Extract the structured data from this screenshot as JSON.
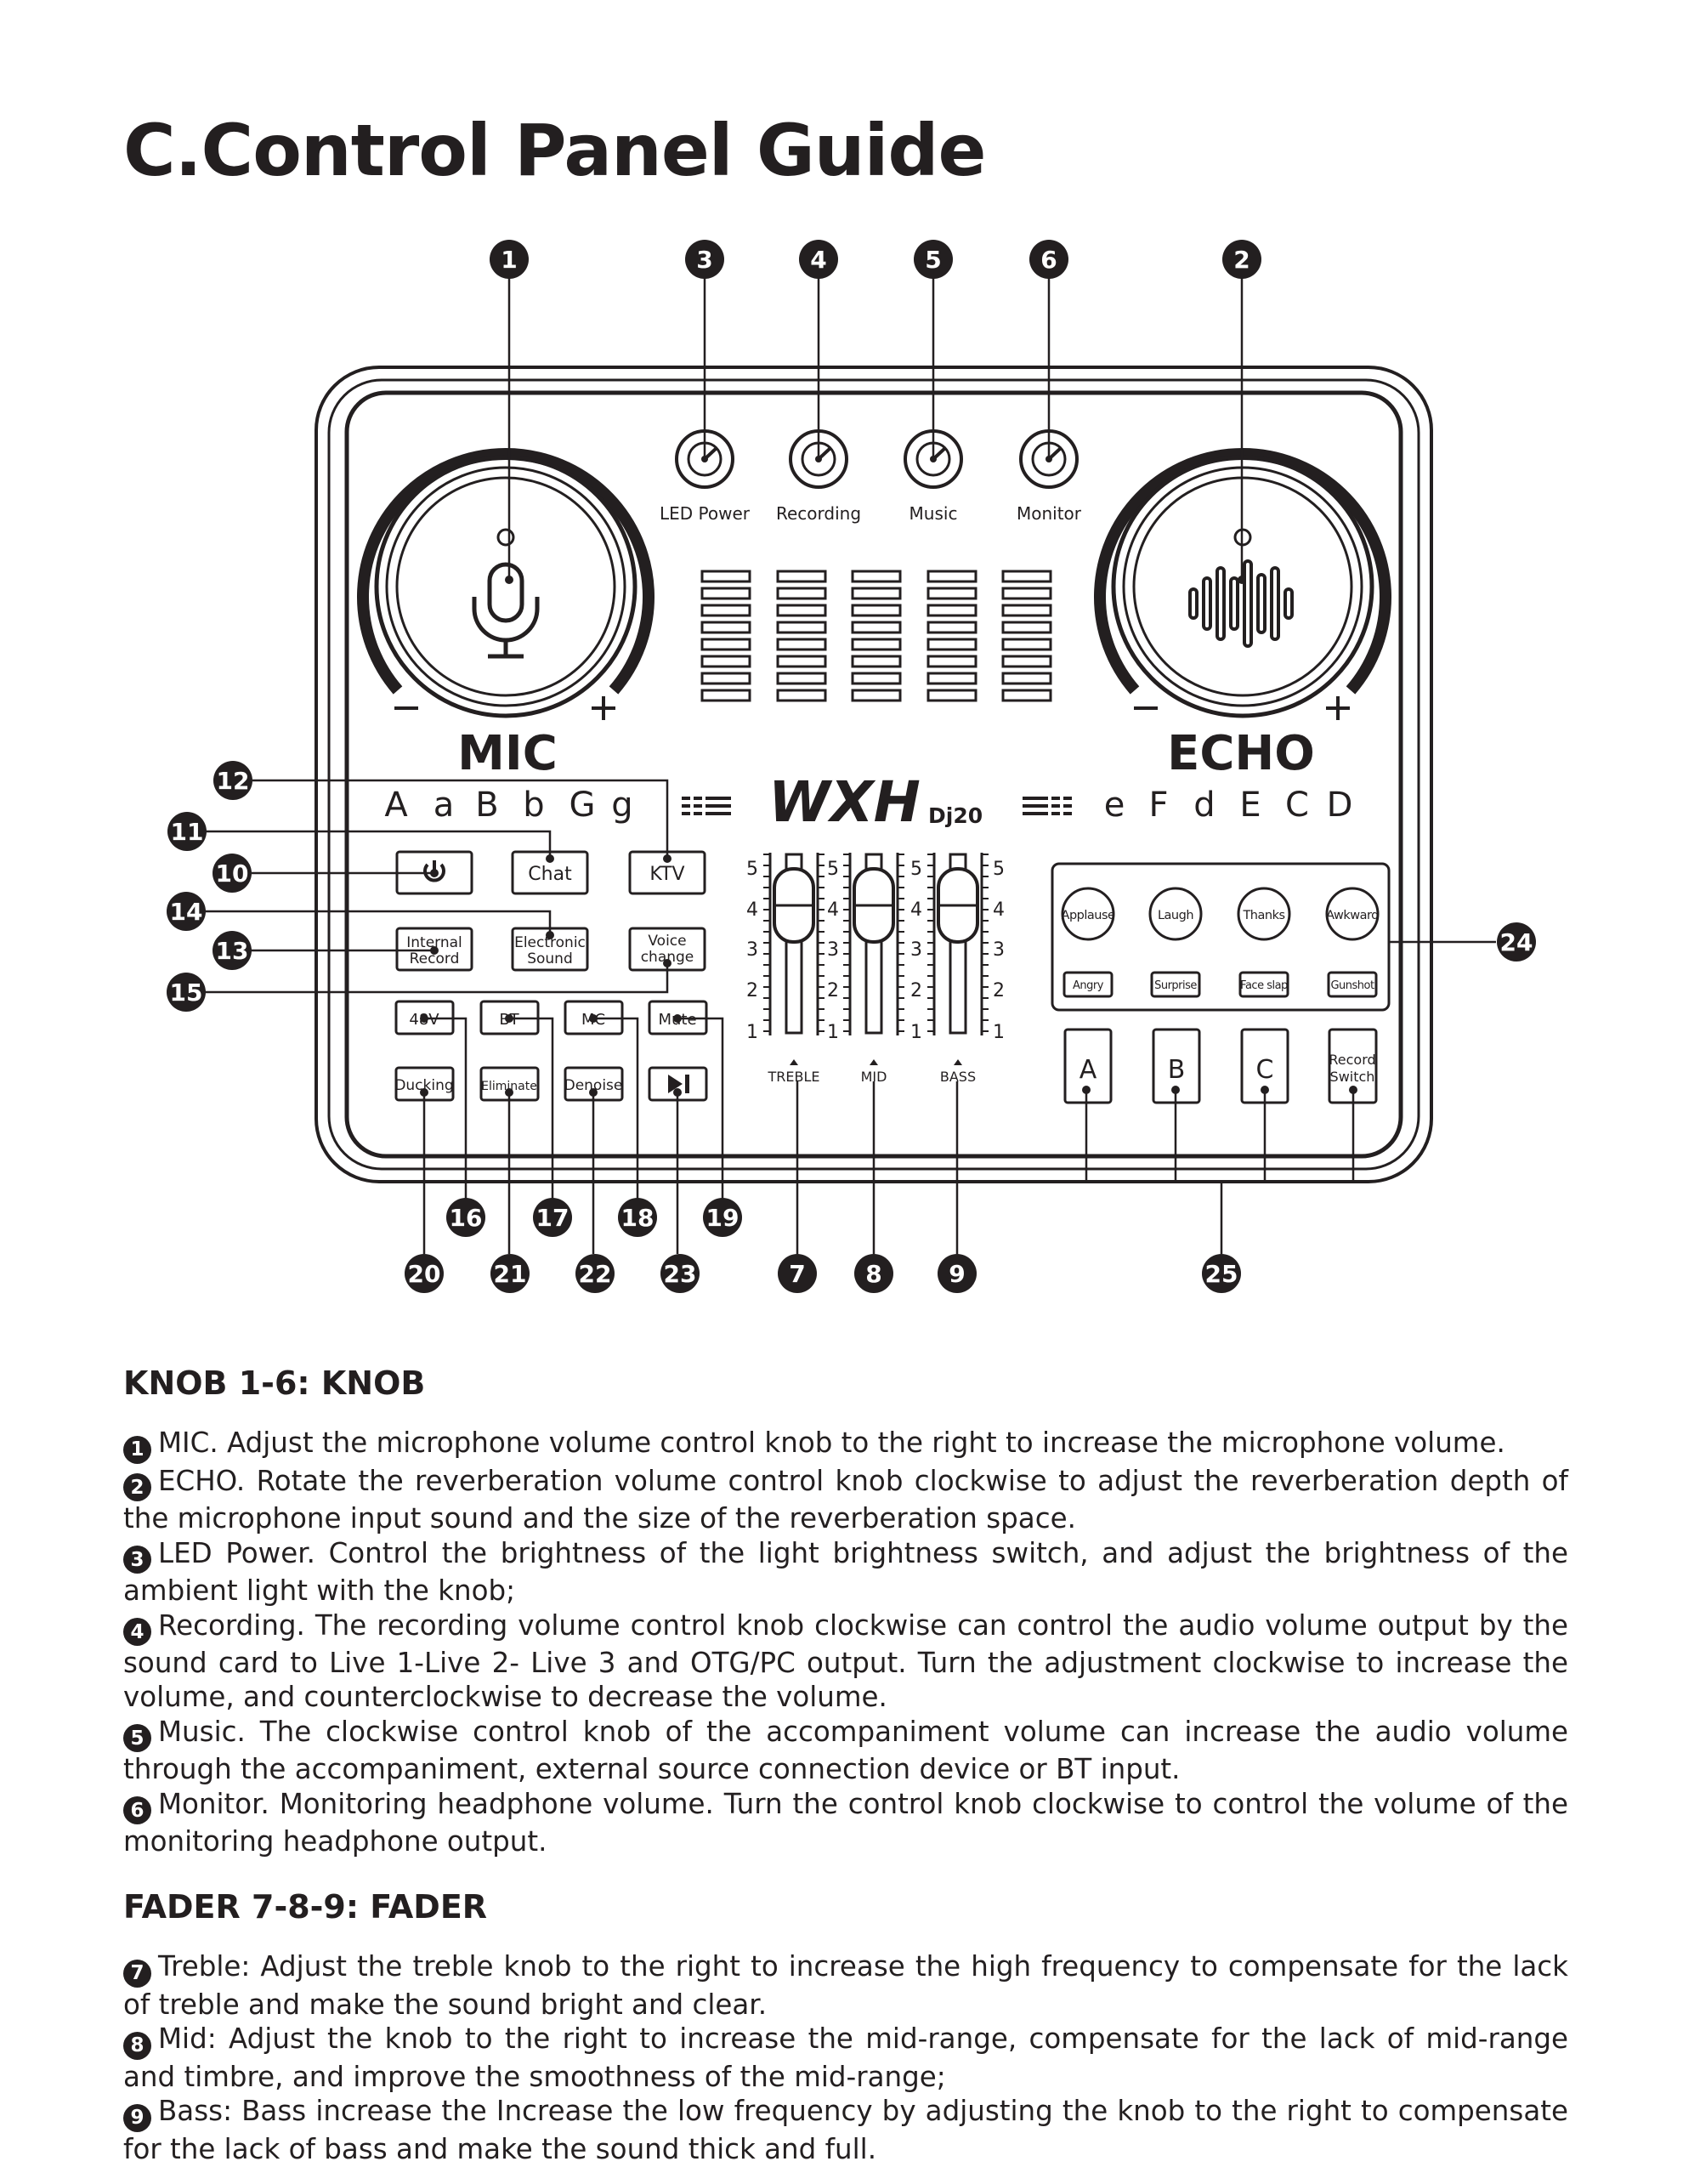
{
  "title": "C.Control Panel Guide",
  "diagram": {
    "callouts": [
      "1",
      "2",
      "3",
      "4",
      "5",
      "6",
      "7",
      "8",
      "9",
      "10",
      "11",
      "12",
      "13",
      "14",
      "15",
      "16",
      "17",
      "18",
      "19",
      "20",
      "21",
      "22",
      "23",
      "24",
      "25"
    ],
    "small_knobs": [
      "LED Power",
      "Recording",
      "Music",
      "Monitor"
    ],
    "mic_label": "MIC",
    "echo_label": "ECHO",
    "minus": "−",
    "plus": "+",
    "voice_keys_left": [
      "A",
      "a",
      "B",
      "b",
      "G",
      "g"
    ],
    "voice_keys_right": [
      "e",
      "F",
      "d",
      "E",
      "C",
      "D"
    ],
    "brand": "WXH",
    "model": "Dj20",
    "buttons": {
      "power_icon": "power-icon",
      "chat": "Chat",
      "ktv": "KTV",
      "internal_record": [
        "Internal",
        "Record"
      ],
      "electronic_sound": [
        "Electronic",
        "Sound"
      ],
      "voice_change": [
        "Voice",
        "change"
      ],
      "phantom": "48V",
      "bt": "BT",
      "mc": "MC",
      "mute": "Mute",
      "ducking": "Ducking",
      "eliminate": "Eliminate",
      "denoise": "Denoise",
      "play_pause_icon": "play-pause-icon"
    },
    "fader_scale": [
      "5",
      "4",
      "3",
      "2",
      "1"
    ],
    "faders": [
      "TREBLE",
      "MID",
      "BASS"
    ],
    "sound_effects_top": [
      "Applause",
      "Laugh",
      "Thanks",
      "Awkward"
    ],
    "sound_effects_bottom": [
      "Angry",
      "Surprise",
      "Face slap",
      "Gunshot"
    ],
    "pad_keys": [
      "A",
      "B",
      "C"
    ],
    "record_switch": [
      "Record",
      "Switch"
    ]
  },
  "knob_section": {
    "heading": "KNOB 1-6: KNOB",
    "items": [
      {
        "num": "1",
        "text": "MIC. Adjust the microphone volume control knob to the right to increase the microphone volume."
      },
      {
        "num": "2",
        "text": "ECHO. Rotate the reverberation volume control knob clockwise to adjust the reverberation depth of the microphone input sound and the size of the reverberation space."
      },
      {
        "num": "3",
        "text": "LED Power. Control the brightness of the light brightness switch, and adjust the brightness of the ambient light with the knob;"
      },
      {
        "num": "4",
        "text": "Recording. The recording volume control knob clockwise can control the audio volume output by the sound card to Live 1-Live 2- Live 3 and OTG/PC output. Turn the adjustment clockwise to increase the volume, and counterclockwise to decrease the volume."
      },
      {
        "num": "5",
        "text": "Music. The clockwise control knob of the accompaniment volume can increase the audio volume through the accompaniment, external source connection device or BT input."
      },
      {
        "num": "6",
        "text": "Monitor. Monitoring headphone volume. Turn the control knob clockwise to control the volume of the monitoring headphone output."
      }
    ]
  },
  "fader_section": {
    "heading": "FADER 7-8-9: FADER",
    "items": [
      {
        "num": "7",
        "text": "Treble: Adjust the treble knob to the right to increase the high frequency to compensate for the lack of treble and make the sound bright and clear."
      },
      {
        "num": "8",
        "text": "Mid: Adjust the knob to the right to increase the mid-range, compensate for the lack of mid-range and timbre, and improve the smoothness of the mid-range;"
      },
      {
        "num": "9",
        "text": "Bass: Bass increase the Increase the low frequency by adjusting the knob to the right to compensate for the lack of bass and make the sound thick and full."
      }
    ]
  }
}
